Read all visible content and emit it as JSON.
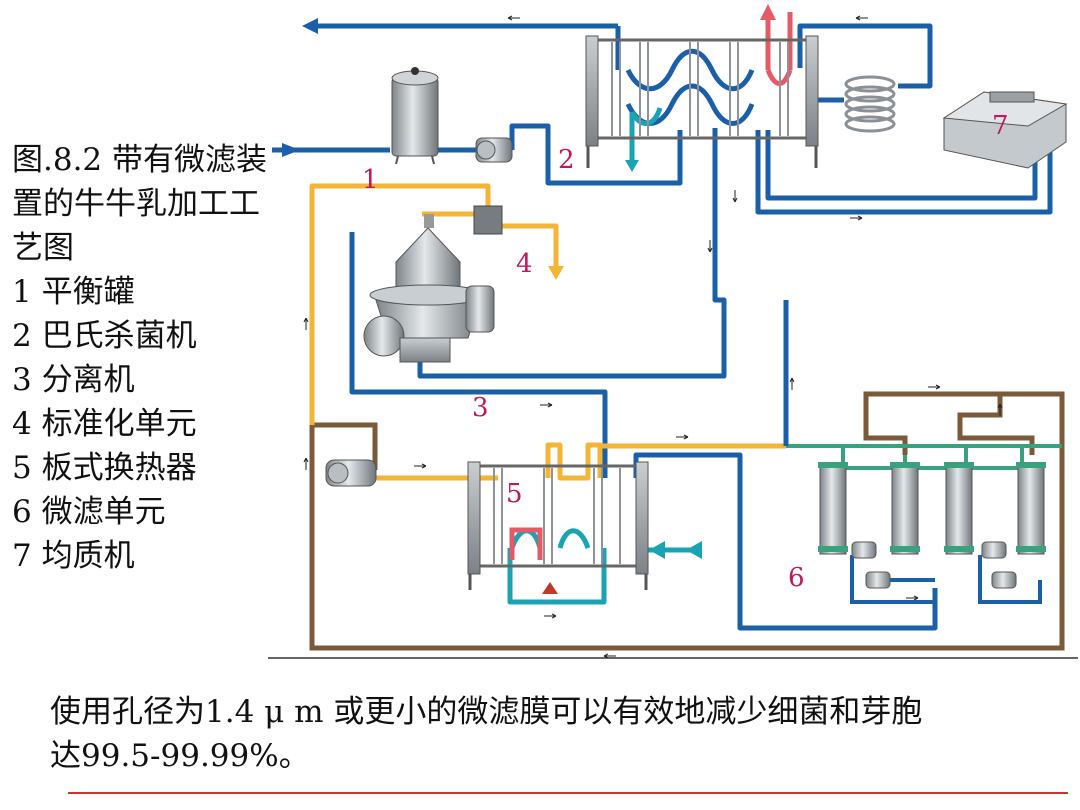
{
  "figure": {
    "title": "图.8.2 带有微滤装置的牛牛乳加工工艺图",
    "legend": [
      "1 平衡罐",
      "2 巴氏杀菌机",
      "3 分离机",
      "4 标准化单元",
      "5 板式换热器",
      "6 微滤单元",
      "7 均质机"
    ],
    "labels": [
      "1",
      "2",
      "3",
      "4",
      "5",
      "6",
      "7"
    ]
  },
  "caption": {
    "line1": "使用孔径为1.4 μ m 或更小的微滤膜可以有效地减少细菌和芽胞",
    "line2": "达99.5-99.99%。"
  },
  "colors": {
    "milk_blue": "#1565c0",
    "cream_yellow": "#f5b534",
    "hot_red": "#e45a66",
    "cooling_teal": "#1aa3b3",
    "permeate_green": "#3aa17e",
    "retentate_brown": "#7a5a3a",
    "label_magenta": "#c2185b",
    "rule_red": "#d32f2f"
  }
}
